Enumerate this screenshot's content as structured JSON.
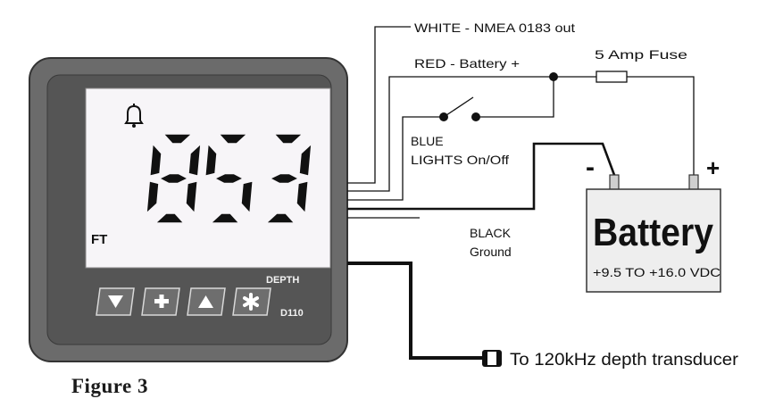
{
  "instrument": {
    "reading": "853",
    "unit": "FT",
    "function_label": "DEPTH",
    "model": "D110",
    "buttons": [
      "down",
      "plus",
      "up",
      "star"
    ],
    "icons": {
      "alarm": "bell-icon"
    }
  },
  "wires": {
    "white": "WHITE - NMEA 0183 out",
    "red": "RED - Battery +",
    "blue_line1": "BLUE",
    "blue_line2": "LIGHTS On/Off",
    "black_line1": "BLACK",
    "black_line2": "Ground",
    "fuse": "5 Amp Fuse",
    "transducer": "To 120kHz depth transducer"
  },
  "battery": {
    "title": "Battery",
    "range": "+9.5 TO +16.0 VDC",
    "negative": "-",
    "positive": "+"
  },
  "caption": "Figure 3",
  "colors": {
    "bezel": "#6b6b6b",
    "bezel_inner": "#525252",
    "lcd": "#f7f5f8",
    "segment": "#111111",
    "battery_fill": "#eeeeee"
  }
}
